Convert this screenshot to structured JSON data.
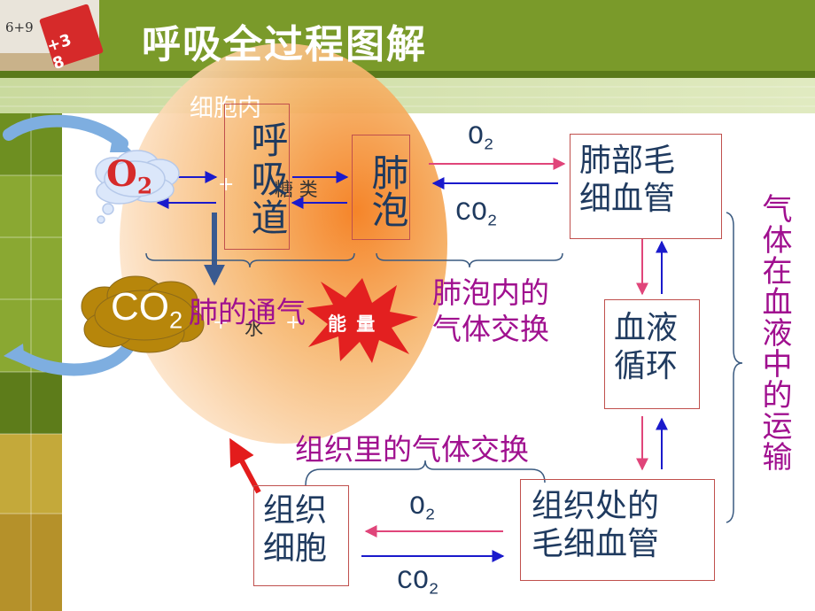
{
  "title": "呼吸全过程图解",
  "thumbnail": {
    "text": "6+9",
    "card": "+3 8"
  },
  "cell": {
    "label": "细胞内",
    "sugar": "糖 类",
    "water": "水",
    "plus": "+",
    "energy": "能 量"
  },
  "clouds": {
    "o2": {
      "base": "O",
      "sub": "2"
    },
    "co2": {
      "base": "CO",
      "sub": "2"
    }
  },
  "boxes": {
    "airway": "呼吸道",
    "alveoli": "肺泡",
    "lung_capillary": [
      "肺部毛",
      "细血管"
    ],
    "blood": [
      "血液",
      "循环"
    ],
    "tissue_capillary": [
      "组织处的",
      "毛细血管"
    ],
    "tissue_cell": [
      "组织",
      "细胞"
    ]
  },
  "labels": {
    "ventilation": "肺的通气",
    "alveolar_exchange": [
      "肺泡内的",
      "气体交换"
    ],
    "tissue_exchange": "组织里的气体交换",
    "transport": "气体在血液中的运输"
  },
  "gases": {
    "top_o2": {
      "base": "O",
      "sub": "2"
    },
    "top_co2": {
      "base": "CO",
      "sub": "2"
    },
    "bottom_o2": {
      "base": "O",
      "sub": "2"
    },
    "bottom_co2": {
      "base": "CO",
      "sub": "2"
    }
  },
  "colors": {
    "header_green": "#7a9a2a",
    "box_border": "#c0504d",
    "text_navy": "#1f3a5f",
    "magenta": "#a0108f",
    "arrow_red": "#e0457a",
    "arrow_blue": "#1a1acc"
  }
}
